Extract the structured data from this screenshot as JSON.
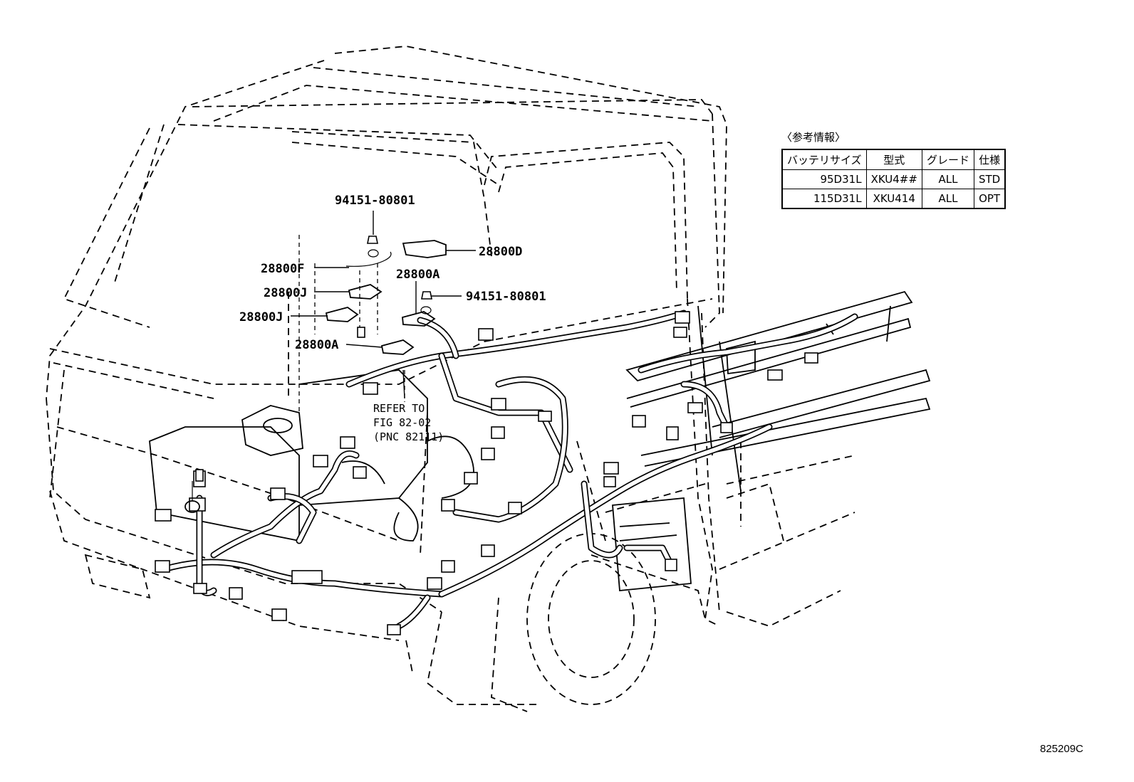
{
  "callouts": {
    "c1": "94151-80801",
    "c2": "28800D",
    "c3": "28800F",
    "c4": "28800J",
    "c5": "28800A",
    "c6": "94151-80801",
    "c7": "28800J",
    "c8": "28800A"
  },
  "refer_note": {
    "line1": "REFER TO",
    "line2": "FIG 82-02",
    "line3": "(PNC 82111)"
  },
  "reference_info": {
    "title": "〈参考情報〉",
    "headers": [
      "バッテリサイズ",
      "型式",
      "グレード",
      "仕様"
    ],
    "rows": [
      [
        "95D31L",
        "XKU4##",
        "ALL",
        "STD"
      ],
      [
        "115D31L",
        "XKU414",
        "ALL",
        "OPT"
      ]
    ]
  },
  "figure_id": "825209C"
}
